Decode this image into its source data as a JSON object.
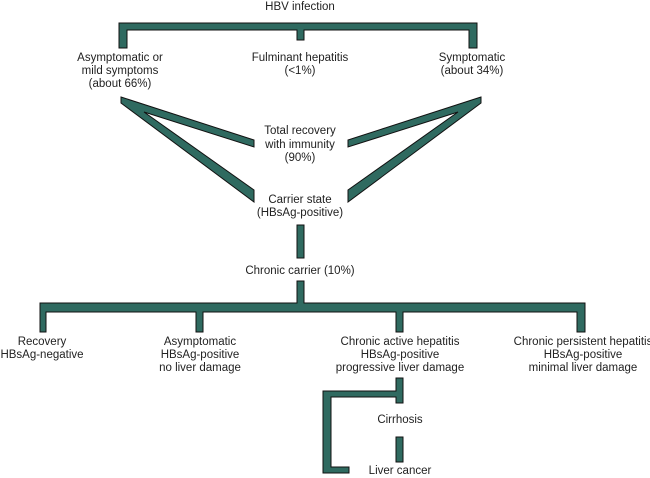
{
  "colors": {
    "connector": "#2f6a60",
    "outline": "#111111",
    "text": "#222222"
  },
  "nodes": {
    "root": [
      "HBV infection"
    ],
    "asymptomatic": [
      "Asymptomatic or",
      "mild symptoms",
      "(about 66%)"
    ],
    "fulminant": [
      "Fulminant hepatitis",
      "(<1%)"
    ],
    "symptomatic": [
      "Symptomatic",
      "(about 34%)"
    ],
    "recovery_immunity": [
      "Total recovery",
      "with immunity",
      "(90%)"
    ],
    "carrier_state": [
      "Carrier state",
      "(HBsAg-positive)"
    ],
    "chronic_carrier": [
      "Chronic carrier (10%)"
    ],
    "recovery_negative": [
      "Recovery",
      "HBsAg-negative"
    ],
    "asymptomatic_positive": [
      "Asymptomatic",
      "HBsAg-positive",
      "no liver damage"
    ],
    "chronic_active": [
      "Chronic active hepatitis",
      "HBsAg-positive",
      "progressive liver damage"
    ],
    "chronic_persistent": [
      "Chronic persistent hepatitis",
      "HBsAg-positive",
      "minimal liver damage"
    ],
    "cirrhosis": [
      "Cirrhosis"
    ],
    "liver_cancer": [
      "Liver cancer"
    ]
  }
}
